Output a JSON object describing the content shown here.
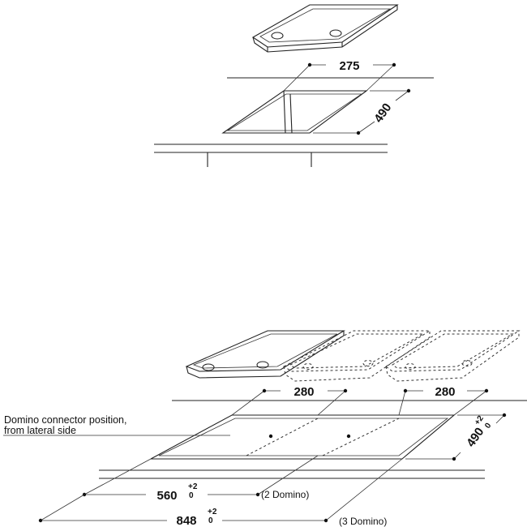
{
  "top_diagram": {
    "width_label": "275",
    "depth_label": "490"
  },
  "bottom_diagram": {
    "width_label_left": "280",
    "width_label_right": "280",
    "depth_label": "490",
    "depth_tolerance_plus": "+2",
    "depth_tolerance_zero": "0",
    "connector_note_line1": "Domino connector position,",
    "connector_note_line2": "from lateral side",
    "total_2": {
      "value": "560",
      "tol_plus": "+2",
      "tol_zero": "0",
      "caption": "(2 Domino)"
    },
    "total_3": {
      "value": "848",
      "tol_plus": "+2",
      "tol_zero": "0",
      "caption": "(3 Domino)"
    }
  }
}
